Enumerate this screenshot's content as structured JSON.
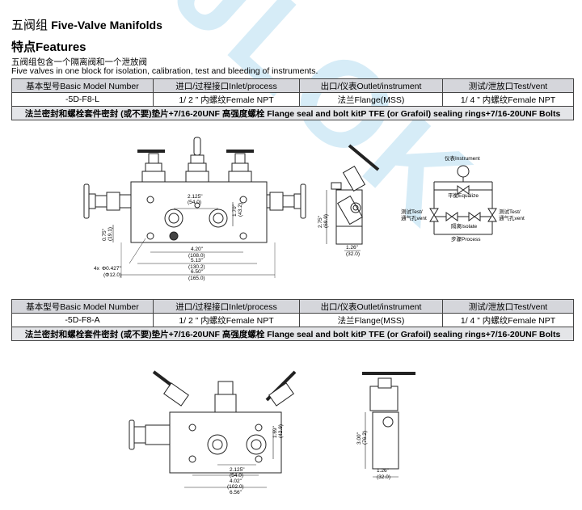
{
  "watermark": "JLOK",
  "header": {
    "title_cn": "五阀组",
    "title_en": "Five-Valve Manifolds"
  },
  "features": {
    "title": "特点Features",
    "desc_cn": "五阀组包含一个隔离阀和一个泄放阀",
    "desc_en": "Five valves in one block for isolation, calibration, test and bleeding of instruments."
  },
  "table_headers": {
    "model": "基本型号Basic Model Number",
    "inlet": "进口/过程接口Inlet/process",
    "outlet": "出口/仪表Outlet/instrument",
    "test": "测试/泄放口Test/vent"
  },
  "table1": {
    "model": "-5D-F8-L",
    "inlet": "1/ 2 ” 内螺纹Female NPT",
    "outlet": "法兰Flange(MSS)",
    "test": "1/ 4 ” 内螺纹Female NPT",
    "bolts": "法兰密封和螺栓套件密封 (或不要)垫片+7/16-20UNF 高强度螺栓  Flange seal and bolt kitP TFE (or Grafoil) sealing rings+7/16-20UNF Bolts"
  },
  "table2": {
    "model": "-5D-F8-A",
    "inlet": "1/ 2 ” 内螺纹Female NPT",
    "outlet": "法兰Flange(MSS)",
    "test": "1/ 4 ” 内螺纹Female NPT",
    "bolts": "法兰密封和螺栓套件密封 (或不要)垫片+7/16-20UNF 高强度螺栓  Flange seal and bolt kitP TFE (or Grafoil) sealing rings+7/16-20UNF Bolts"
  },
  "drawing1": {
    "dim_2125": "2.125\"",
    "dim_2125_mm": "(54.0)",
    "dim_170": "1.70\"",
    "dim_170_mm": "(43.2)",
    "dim_075": "0.75\"",
    "dim_075_mm": "(19.1)",
    "dim_420": "4.20\"",
    "dim_420_mm": "(108.0)",
    "dim_513": "5.13\"",
    "dim_513_mm": "(130.2)",
    "dim_650": "6.50\"",
    "dim_650_mm": "(165.0)",
    "hole": "4x",
    "hole_dia": "Φ0.427\"",
    "hole_dia_mm": "(Φ12.0)",
    "dim_275": "2.75\"",
    "dim_275_mm": "(69.9)",
    "dim_126": "1.26\"",
    "dim_126_mm": "(32.0)"
  },
  "schematic": {
    "instrument": "仪表Instrument",
    "equalize": "平衡Equalize",
    "isolate": "隔离Isolate",
    "test_vent_l": "测试Test/",
    "test_vent_l2": "通气孔vent",
    "test_vent_r": "测试Test/",
    "test_vent_r2": "通气孔vent",
    "process": "步骤Process"
  },
  "drawing2": {
    "dim_169": "1.69\"",
    "dim_169_mm": "(42.9)",
    "dim_300": "3.00\"",
    "dim_300_mm": "(76.2)",
    "dim_2125": "2.125\"",
    "dim_2125_mm": "(54.0)",
    "dim_402": "4.02\"",
    "dim_402_mm": "(102.0)",
    "dim_656": "6.56\"",
    "dim_126": "1.26\"",
    "dim_126_mm": "(32.0)"
  }
}
